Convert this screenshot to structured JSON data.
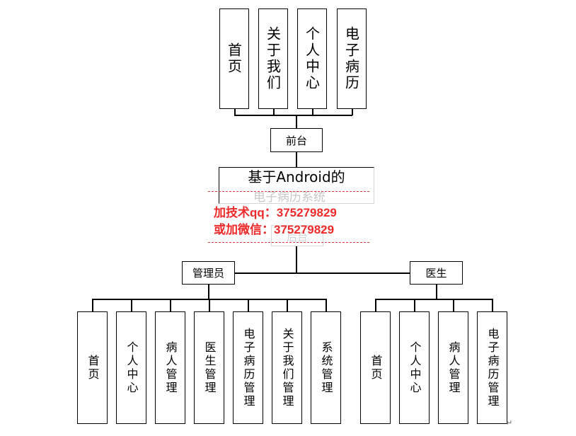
{
  "top_modules": [
    "首页",
    "关于我们",
    "个人中心",
    "电子病历"
  ],
  "frontend": "前台",
  "system_title_line1": "基于Android的",
  "system_title_line2": "电子病历系统",
  "backend": "后台",
  "watermark": {
    "line1": "加技术qq：375279829",
    "line2": "或加微信：375279829",
    "color": "#ee2a2a"
  },
  "admin": {
    "label": "管理员",
    "modules": [
      "首页",
      "个人中心",
      "病人管理",
      "医生管理",
      "电子病历管理",
      "关于我们管理",
      "系统管理"
    ]
  },
  "doctor": {
    "label": "医生",
    "modules": [
      "首页",
      "个人中心",
      "病人管理",
      "电子病历管理"
    ]
  },
  "paragraph_mark": "↵"
}
